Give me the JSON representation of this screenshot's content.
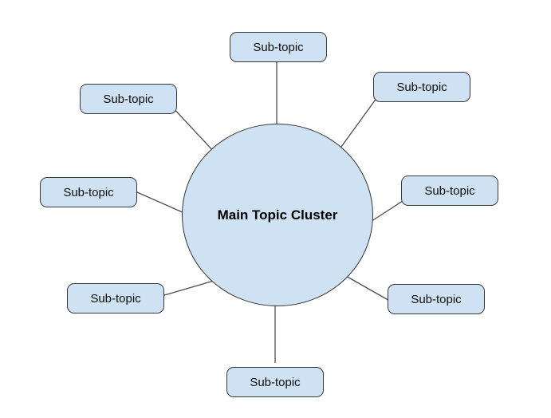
{
  "diagram": {
    "center_node": {
      "label": "Main Topic Cluster"
    },
    "nodes": [
      {
        "position": "top",
        "label": "Sub-topic"
      },
      {
        "position": "top-right",
        "label": "Sub-topic"
      },
      {
        "position": "right",
        "label": "Sub-topic"
      },
      {
        "position": "bottom-right",
        "label": "Sub-topic"
      },
      {
        "position": "bottom",
        "label": "Sub-topic"
      },
      {
        "position": "bottom-left",
        "label": "Sub-topic"
      },
      {
        "position": "left",
        "label": "Sub-topic"
      },
      {
        "position": "top-left",
        "label": "Sub-topic"
      }
    ],
    "colors": {
      "node_fill": "#cfe2f3",
      "node_border": "#383838",
      "connector": "#4d4d4d",
      "text": "#000000",
      "background": "#ffffff"
    }
  }
}
